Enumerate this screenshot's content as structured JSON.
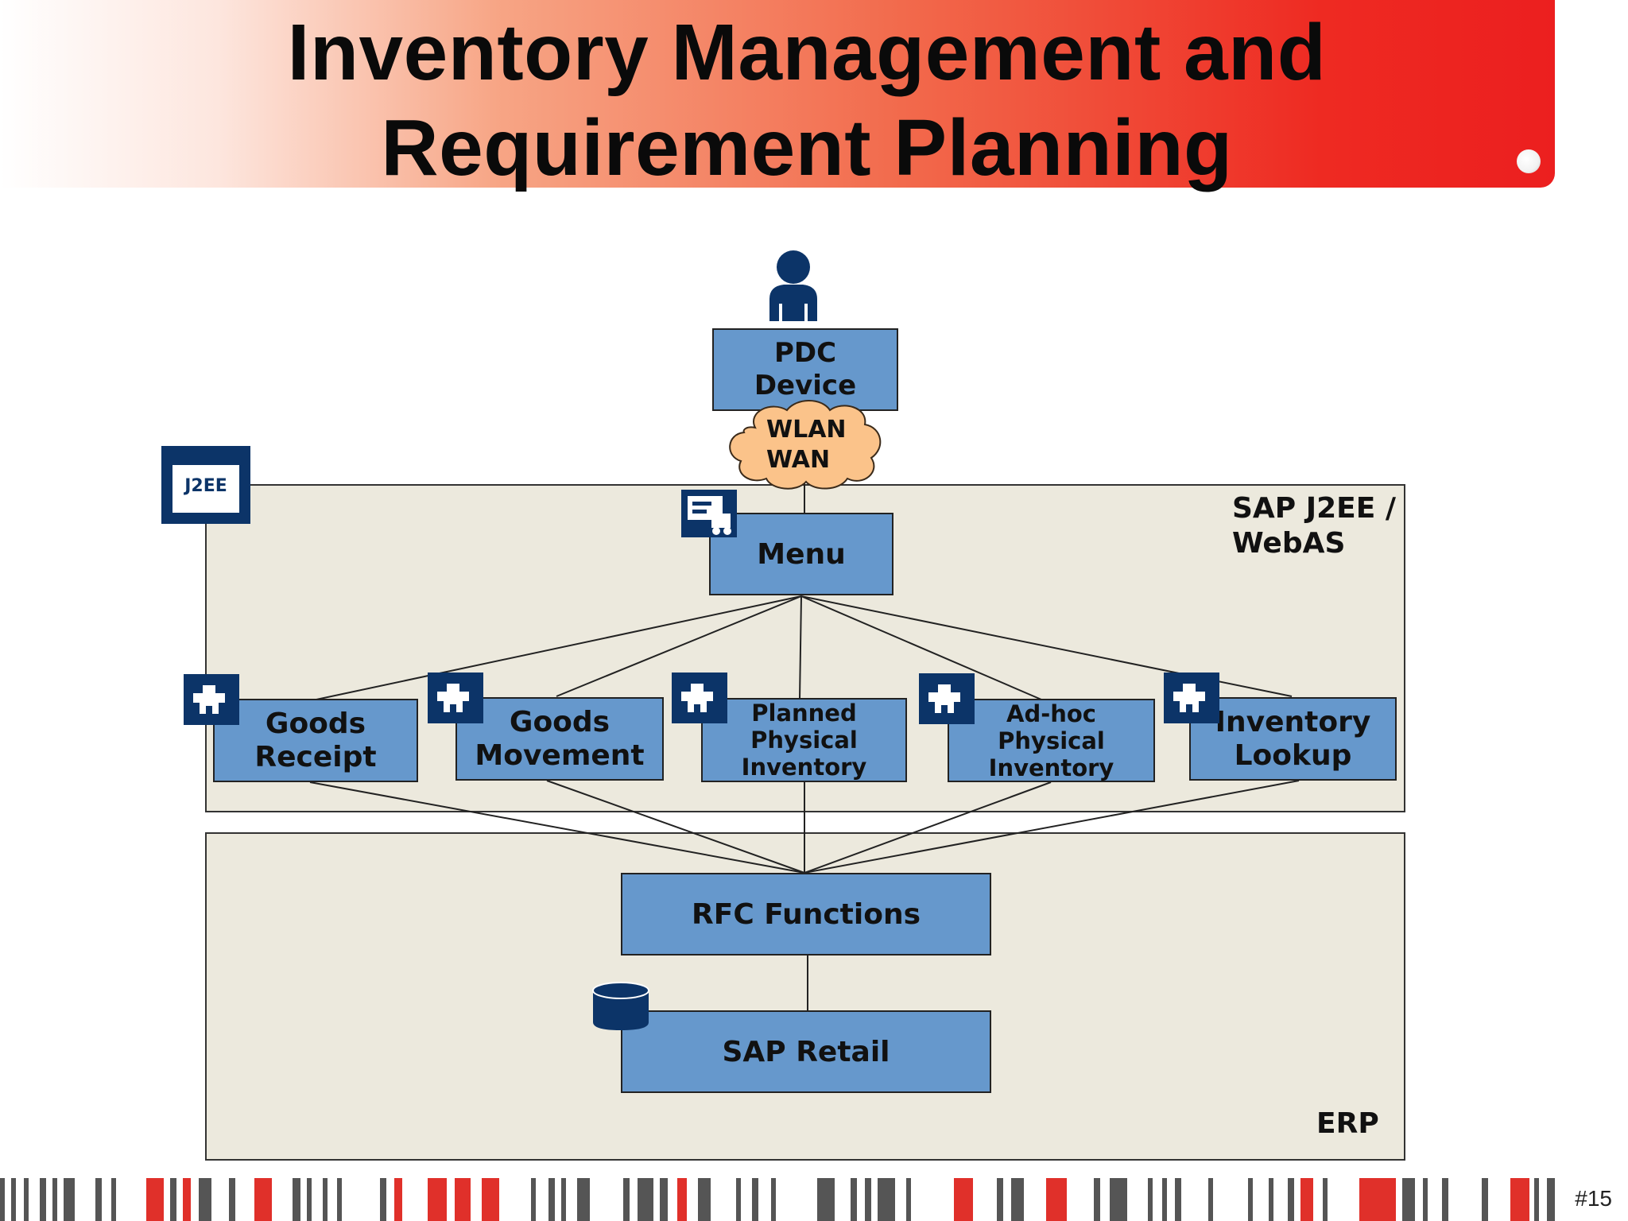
{
  "slide": {
    "title_line1": "Inventory Management and",
    "title_line2": "Requirement Planning",
    "page_number": "#15"
  },
  "diagram": {
    "regions": {
      "j2ee_label": "SAP J2EE /\nWebAS",
      "erp_label": "ERP"
    },
    "j2ee_badge": "J2EE",
    "cloud": "WLAN\nWAN",
    "nodes": {
      "pdc": "PDC\nDevice",
      "menu": "Menu",
      "goods_receipt": "Goods\nReceipt",
      "goods_movement": "Goods\nMovement",
      "planned_inventory": "Planned\nPhysical\nInventory",
      "adhoc_inventory": "Ad-hoc\nPhysical\nInventory",
      "inventory_lookup": "Inventory\nLookup",
      "rfc": "RFC Functions",
      "sap_retail": "SAP Retail"
    }
  },
  "colors": {
    "box_fill": "#6698cc",
    "region_fill": "#ece9dd",
    "icon_navy": "#0c3468",
    "cloud_fill": "#fbc38a",
    "accent_red": "#ec1f1f"
  },
  "icons": [
    "user-icon",
    "j2ee-container-icon",
    "menu-screen-icon",
    "component-icon",
    "database-icon"
  ]
}
